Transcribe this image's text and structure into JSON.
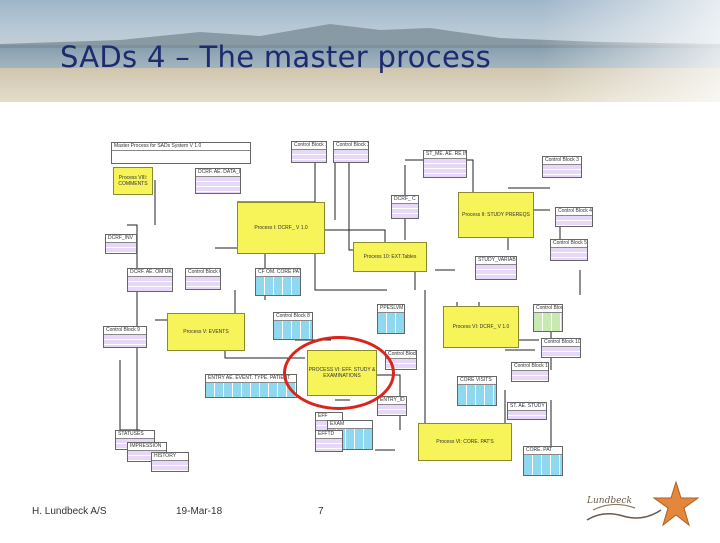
{
  "title": "SADs 4 – The master process",
  "footer": {
    "author": "H. Lundbeck A/S",
    "date": "19-Mar-18",
    "page": "7"
  },
  "logo": {
    "text": "Lundbeck"
  },
  "colors": {
    "title": "#1f2a6e",
    "process": "#f7f45a",
    "highlight": "#d9261c"
  },
  "icons": {
    "logo_mark": "starfish-icon"
  },
  "diagram": {
    "header_box": "Master Process for SADs System V 1.0",
    "processes": {
      "p1": "Process I: DCRF_ V 1.0",
      "p2": "Process II: STUDY PREREQS",
      "p5": "Process V: EVENTS",
      "p6": "Process VI: DCRF_ V 1.0",
      "p7": "PROCESS VI: EFF. STUDY & EXAMINATIONS",
      "p8": "Process VIII: COMMENTS",
      "p9": "Process VI: CORE. PAT'S",
      "p10": "Process 10: EXT.Tables"
    },
    "tables": {
      "t_cb1": "Control Block 1",
      "t_cb2": "Control Block 2",
      "t_cb3": "Control Block 3",
      "t_cb4": "Control Block 4",
      "t_cb5": "Control Block 5",
      "t_cb6": "Control Block 6",
      "t_cb7": "Control Block 7",
      "t_cb8": "Control Block 8",
      "t_cb9": "Control Block 9",
      "t_cb10": "Control Block 10",
      "t_cb11": "Control Block 11",
      "t_cb12": "Control Block 12",
      "t_dcrf_ae": "DCRF. AE. DATA_UK",
      "t_dcrf_ae2": "DCRF. AE. OM UK",
      "t_st_ae": "ST. AE. STUDY",
      "t_dcrf_inv": "DCRF_INV",
      "t_st_ae2": "ST_ME. AE. RE INV",
      "t_dcrf_c": "DCRF_ C",
      "t_cf": "CF OM. CORE PAT",
      "t_study_vars": "STUDY_VARIABLES",
      "t_ppeslvm": "PPESLVM",
      "t_core_visits": "CORE VISITS",
      "t_entry_ae": "ENTRY AE. EVENT. TYPE. PATIENT",
      "t_eff": "EFF",
      "t_exam": "EXAM",
      "t_efftd": "EFFTD",
      "t_statuses": "STATUSES",
      "t_impression": "IMPRESSION",
      "t_history": "HISTORY",
      "t_core_pat": "CORE. PAT",
      "t_entry_id": "ENTRY_ID"
    }
  }
}
